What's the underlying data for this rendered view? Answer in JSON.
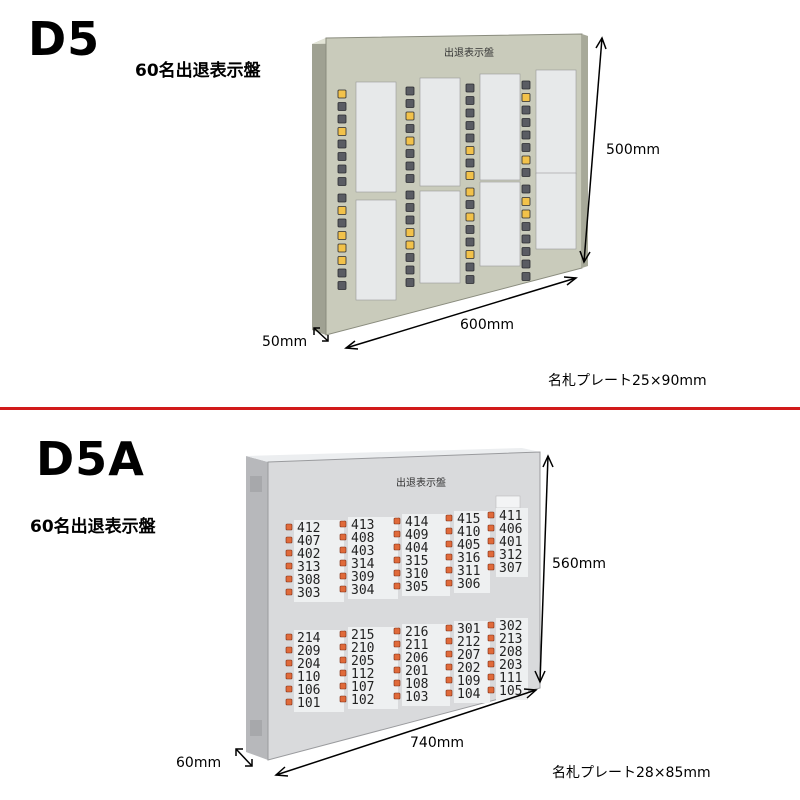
{
  "d5": {
    "model": "D5",
    "subtitle": "60名出退表示盤",
    "panel_label": "出退表示盤",
    "height_dim": "500mm",
    "width_dim": "600mm",
    "depth_dim": "50mm",
    "plate_note": "名札プレート25×90mm"
  },
  "d5a": {
    "model": "D5A",
    "subtitle": "60名出退表示盤",
    "panel_label": "出退表示盤",
    "height_dim": "560mm",
    "width_dim": "740mm",
    "depth_dim": "60mm",
    "plate_note": "名札プレート28×85mm",
    "top_columns": [
      [
        "412",
        "407",
        "402",
        "313",
        "308",
        "303"
      ],
      [
        "413",
        "408",
        "403",
        "314",
        "309",
        "304"
      ],
      [
        "414",
        "409",
        "404",
        "315",
        "310",
        "305"
      ],
      [
        "415",
        "410",
        "405",
        "316",
        "311",
        "306"
      ],
      [
        "411",
        "406",
        "401",
        "312",
        "307"
      ]
    ],
    "bottom_columns": [
      [
        "214",
        "209",
        "204",
        "110",
        "106",
        "101"
      ],
      [
        "215",
        "210",
        "205",
        "112",
        "107",
        "102"
      ],
      [
        "216",
        "211",
        "206",
        "201",
        "108",
        "103"
      ],
      [
        "301",
        "212",
        "207",
        "202",
        "109",
        "104"
      ],
      [
        "302",
        "213",
        "208",
        "203",
        "111",
        "105"
      ]
    ]
  },
  "colors": {
    "divider": "#d11a1a",
    "d5_panel": "#c9cbbb",
    "d5a_panel": "#d9dadc",
    "lamp_on": "#f2c24a",
    "lamp_red": "#e06a3a"
  }
}
